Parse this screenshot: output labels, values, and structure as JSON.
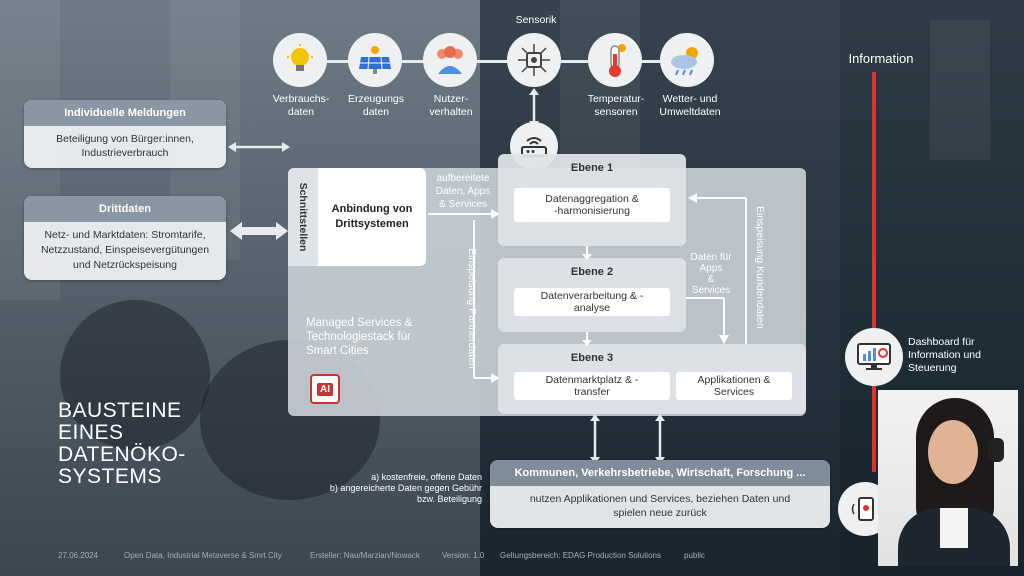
{
  "top_icons": [
    {
      "icon": "lightbulb-icon",
      "label": "Verbrauchs-\ndaten"
    },
    {
      "icon": "solar-panel-icon",
      "label": "Erzeugungs\ndaten"
    },
    {
      "icon": "users-icon",
      "label": "Nutzer-\nverhalten"
    },
    {
      "icon": "chip-icon",
      "label": ""
    },
    {
      "icon": "thermometer-icon",
      "label": "Temperatur-\nsensoren"
    },
    {
      "icon": "weather-icon",
      "label": "Wetter- und\nUmweltdaten"
    }
  ],
  "sensorik_label": "Sensorik",
  "left_cards": {
    "meldungen": {
      "title": "Individuelle Meldungen",
      "body": "Beteiligung von Bürger:innen,\nIndustrieverbrauch"
    },
    "drittdaten": {
      "title": "Drittdaten",
      "body": "Netz- und Marktdaten: Stromtarife,\nNetzzustand, Einspeisevergütungen\nund Netzrückspeisung"
    }
  },
  "platform": {
    "schnittstellen": "Schnittstellen",
    "anbindung": "Anbindung von\nDrittsystemen",
    "aufbereitete": "aufbereitete\nDaten, Apps\n& Services",
    "einspeisung_partner": "Einspeisung Partnerdaten",
    "einspeisung_kunden": "Einspeisung Kundendaten",
    "daten_fuer_apps": "Daten für\nApps\n&\nServices",
    "managed": "Managed Services &\nTechnologiestack für\nSmart Cities",
    "ai_badge": "AI",
    "ebene1": {
      "title": "Ebene 1",
      "box": "Datenaggregation &\n-harmonisierung"
    },
    "ebene2": {
      "title": "Ebene 2",
      "box": "Datenverarbeitung & -\nanalyse"
    },
    "ebene3": {
      "title": "Ebene 3",
      "box1": "Datenmarktplatz & -\ntransfer",
      "box2": "Applikationen &\nServices"
    }
  },
  "bottom_card": {
    "title": "Kommunen, Verkehrsbetriebe, Wirtschaft, Forschung ...",
    "body": "nutzen Applikationen und Services, beziehen Daten und\nspielen neue zurück"
  },
  "notes": "a) kostenfreie, offene Daten\nb) angereicherte Daten gegen Gebühr\nbzw. Beteiligung",
  "main_title": "BAUSTEINE\nEINES\nDATENÖKO-\nSYSTEMS",
  "right": {
    "information": "Information",
    "dashboard": "Dashboard für\nInformation und\nSteuerung"
  },
  "footer": {
    "date": "27.06.2024",
    "topic": "Open Data, Industrial Metaverse & Smrt City",
    "author": "Ersteller: Nau/Marzian/Nowack",
    "version": "Version: 1.0",
    "scope": "Geltungsbereich: EDAG Production Solutions",
    "classification": "public"
  },
  "colors": {
    "accent_red": "#e0322f",
    "card_head": "#8a96a3"
  }
}
